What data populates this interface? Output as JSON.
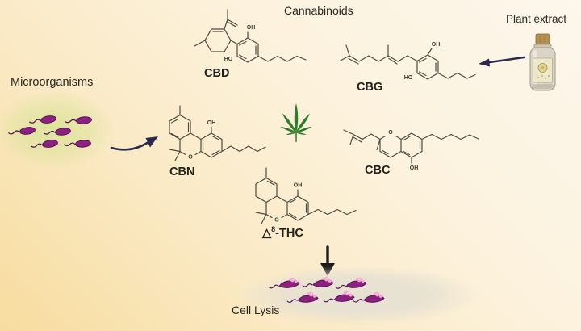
{
  "title": "Cannabinoids",
  "plant_extract": {
    "label": "Plant extract"
  },
  "microorganisms": {
    "label": "Microorganisms"
  },
  "cell_lysis": {
    "label": "Cell Lysis"
  },
  "molecules": {
    "cbd": {
      "name": "CBD",
      "oh": "OH",
      "ho": "HO"
    },
    "cbg": {
      "name": "CBG",
      "oh": "OH",
      "ho": "HO"
    },
    "cbn": {
      "name": "CBN",
      "oh": "OH",
      "o": "O"
    },
    "cbc": {
      "name": "CBC",
      "oh": "OH",
      "o": "O"
    },
    "delta8_thc": {
      "delta": "△",
      "sup": "8",
      "rest": "-THC",
      "oh": "OH",
      "o": "O"
    }
  },
  "icons": {
    "bottle": "extract-bottle-icon",
    "leaf": "cannabis-leaf-icon",
    "bacteria": "bacteria-icon",
    "lysed_cell": "lysed-cell-icon",
    "arrows": [
      "extract-to-cbg-arrow-icon",
      "microorganisms-to-cbn-arrow-icon",
      "thc-to-lysis-arrow-icon"
    ]
  },
  "colors": {
    "background_top": "#fdf7ec",
    "background_bottom": "#f7dc9e",
    "bond": "#4c4b41",
    "arrow_navy": "#2b2950",
    "arrow_black": "#1c1c1c",
    "bacteria_purple": "#8e2082",
    "bacteria_outline": "#4f1150",
    "lysis_pink": "#f2abcd",
    "leaf_green": "#2e7d2b",
    "microbe_blob_green": "#d8e396",
    "dish_gray": "#e5e0d3"
  }
}
